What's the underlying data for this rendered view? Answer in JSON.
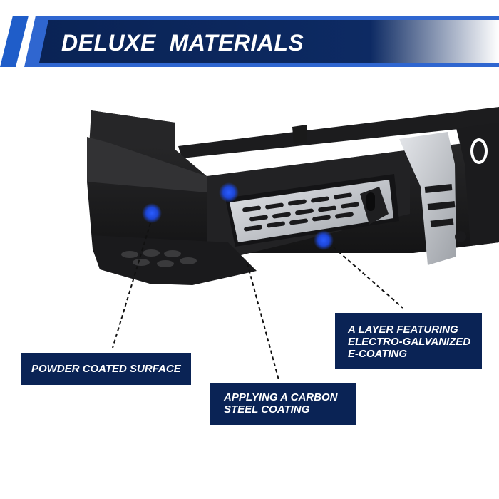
{
  "header": {
    "title": "DELUXE  MATERIALS",
    "colors": {
      "navy": "#0a2355",
      "blue": "#1f5dc9",
      "stripe": "#2f66d0"
    }
  },
  "product": {
    "image": "black steel rear bumper with silver mesh and bracket",
    "marker_color": "#1a4fe0"
  },
  "callouts": {
    "powder": {
      "line1": "POWDER COATED SURFACE"
    },
    "carbon": {
      "line1": "APPLYING A CARBON",
      "line2": "STEEL COATING"
    },
    "layer": {
      "line1": "A LAYER FEATURING",
      "line2": "ELECTRO-GALVANIZED",
      "line3": "E-COATING"
    }
  }
}
